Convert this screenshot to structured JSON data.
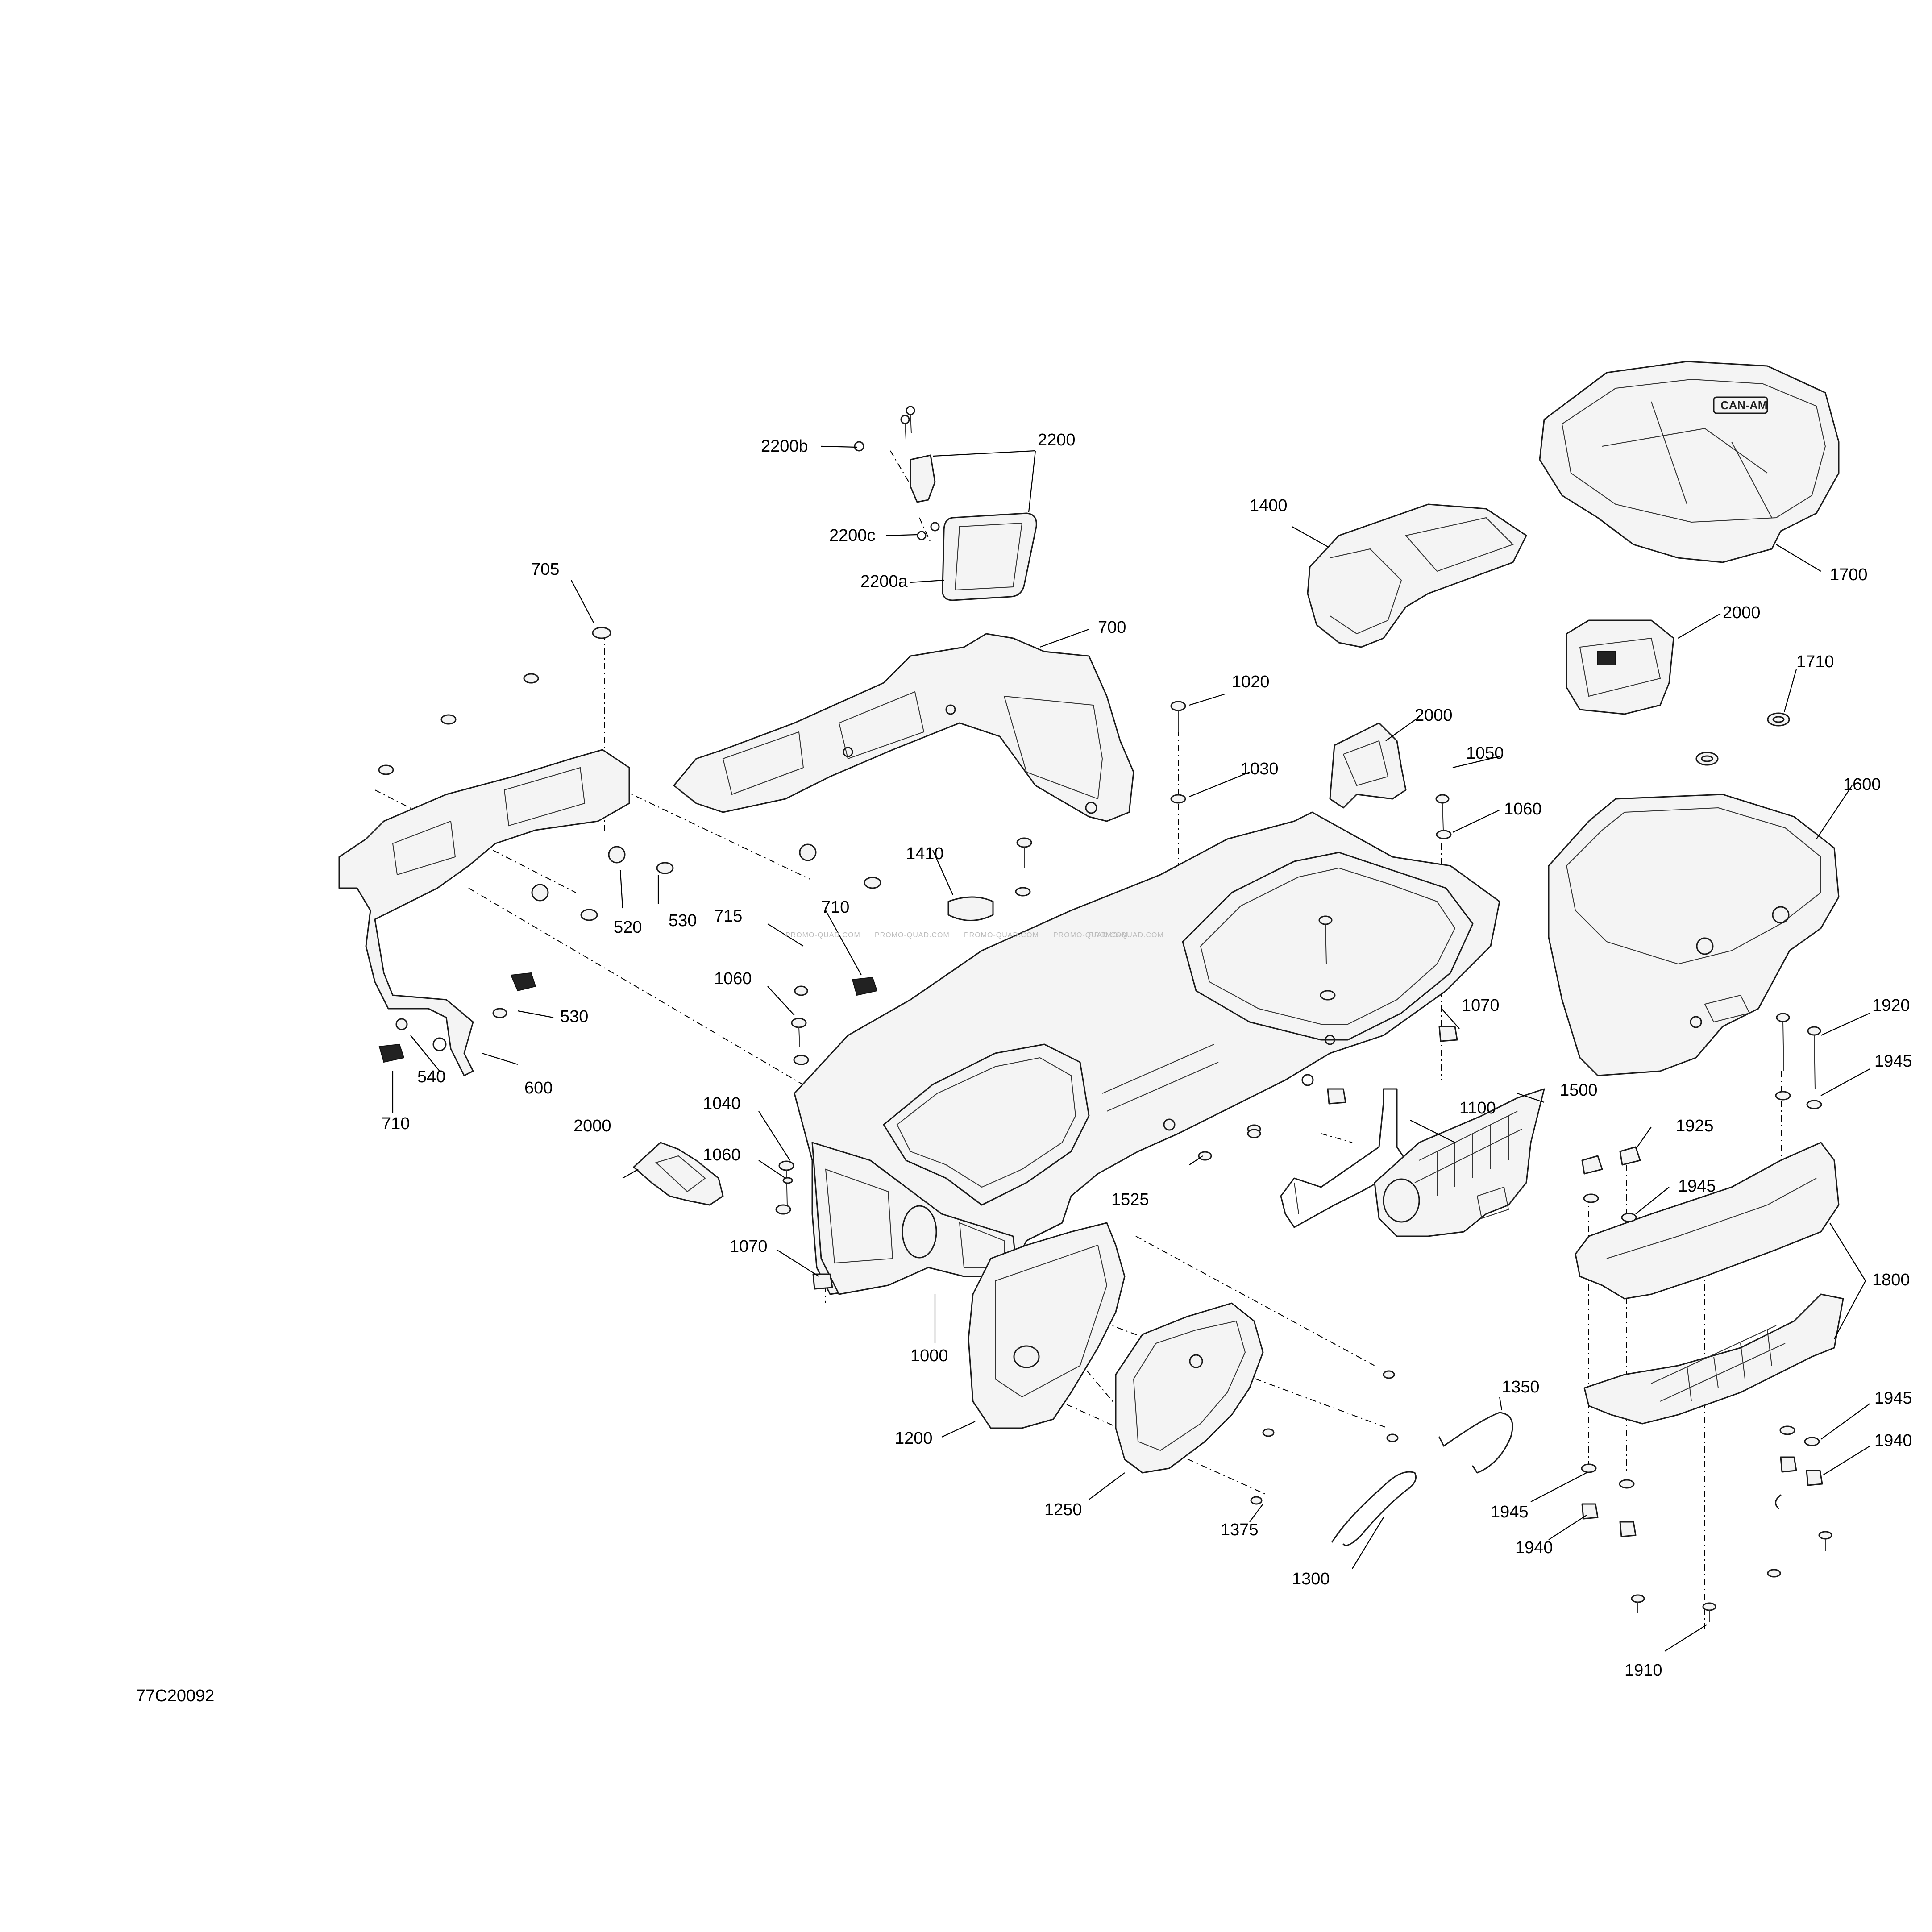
{
  "drawing_number": "77C20092",
  "watermark": "PROMO-QUAD.COM",
  "brand_logo": "CAN-AM",
  "callouts": [
    {
      "id": "c-2200b",
      "text": "2200b"
    },
    {
      "id": "c-2200",
      "text": "2200"
    },
    {
      "id": "c-2200c",
      "text": "2200c"
    },
    {
      "id": "c-2200a",
      "text": "2200a"
    },
    {
      "id": "c-705",
      "text": "705"
    },
    {
      "id": "c-700",
      "text": "700"
    },
    {
      "id": "c-1400",
      "text": "1400"
    },
    {
      "id": "c-1700",
      "text": "1700"
    },
    {
      "id": "c-2000-top",
      "text": "2000"
    },
    {
      "id": "c-1710",
      "text": "1710"
    },
    {
      "id": "c-1020",
      "text": "1020"
    },
    {
      "id": "c-2000-mid",
      "text": "2000"
    },
    {
      "id": "c-1050",
      "text": "1050"
    },
    {
      "id": "c-1030",
      "text": "1030"
    },
    {
      "id": "c-1060-r",
      "text": "1060"
    },
    {
      "id": "c-1600",
      "text": "1600"
    },
    {
      "id": "c-520",
      "text": "520"
    },
    {
      "id": "c-530-a",
      "text": "530"
    },
    {
      "id": "c-1410",
      "text": "1410"
    },
    {
      "id": "c-715",
      "text": "715"
    },
    {
      "id": "c-710-a",
      "text": "710"
    },
    {
      "id": "c-1060-l",
      "text": "1060"
    },
    {
      "id": "c-530-b",
      "text": "530"
    },
    {
      "id": "c-1070-r",
      "text": "1070"
    },
    {
      "id": "c-1920",
      "text": "1920"
    },
    {
      "id": "c-1945-a",
      "text": "1945"
    },
    {
      "id": "c-540",
      "text": "540"
    },
    {
      "id": "c-600",
      "text": "600"
    },
    {
      "id": "c-710-b",
      "text": "710"
    },
    {
      "id": "c-1500",
      "text": "1500"
    },
    {
      "id": "c-1100",
      "text": "1100"
    },
    {
      "id": "c-1925",
      "text": "1925"
    },
    {
      "id": "c-2000-low",
      "text": "2000"
    },
    {
      "id": "c-1040",
      "text": "1040"
    },
    {
      "id": "c-1060-b",
      "text": "1060"
    },
    {
      "id": "c-1945-b",
      "text": "1945"
    },
    {
      "id": "c-1525",
      "text": "1525"
    },
    {
      "id": "c-1070-l",
      "text": "1070"
    },
    {
      "id": "c-1800",
      "text": "1800"
    },
    {
      "id": "c-1000",
      "text": "1000"
    },
    {
      "id": "c-1350",
      "text": "1350"
    },
    {
      "id": "c-1200",
      "text": "1200"
    },
    {
      "id": "c-1945-c",
      "text": "1945"
    },
    {
      "id": "c-1940-a",
      "text": "1940"
    },
    {
      "id": "c-1250",
      "text": "1250"
    },
    {
      "id": "c-1375",
      "text": "1375"
    },
    {
      "id": "c-1945-d",
      "text": "1945"
    },
    {
      "id": "c-1940-b",
      "text": "1940"
    },
    {
      "id": "c-1300",
      "text": "1300"
    },
    {
      "id": "c-1910",
      "text": "1910"
    }
  ]
}
